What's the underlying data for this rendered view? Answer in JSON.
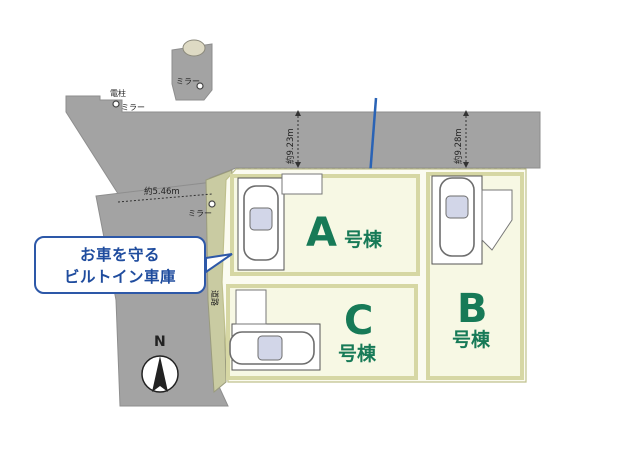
{
  "roads": {
    "north_width": "約9.23m",
    "north_width_right": "約9.28m",
    "west_width": "約5.46m",
    "west_road_label": "道路"
  },
  "fixtures": {
    "pole_label": "電柱",
    "mirror_label": "ミラー",
    "mirror_top_label": "ミラー",
    "mirror_corner_label": "ミラー"
  },
  "lots": [
    {
      "id": "A",
      "letter": "A",
      "suffix": "号棟"
    },
    {
      "id": "B",
      "letter": "B",
      "suffix": "号棟"
    },
    {
      "id": "C",
      "letter": "C",
      "suffix": "号棟"
    }
  ],
  "callout": {
    "line1": "お車を守る",
    "line2": "ビルトイン車庫"
  },
  "compass": {
    "label": "N"
  },
  "colors": {
    "road": "#a3a3a3",
    "lot_border": "#d6d7a4",
    "lot_fill": "#f7f8e4",
    "lot_text": "#177a57",
    "callout": "#2d58a8",
    "line": "#2a63b5"
  }
}
